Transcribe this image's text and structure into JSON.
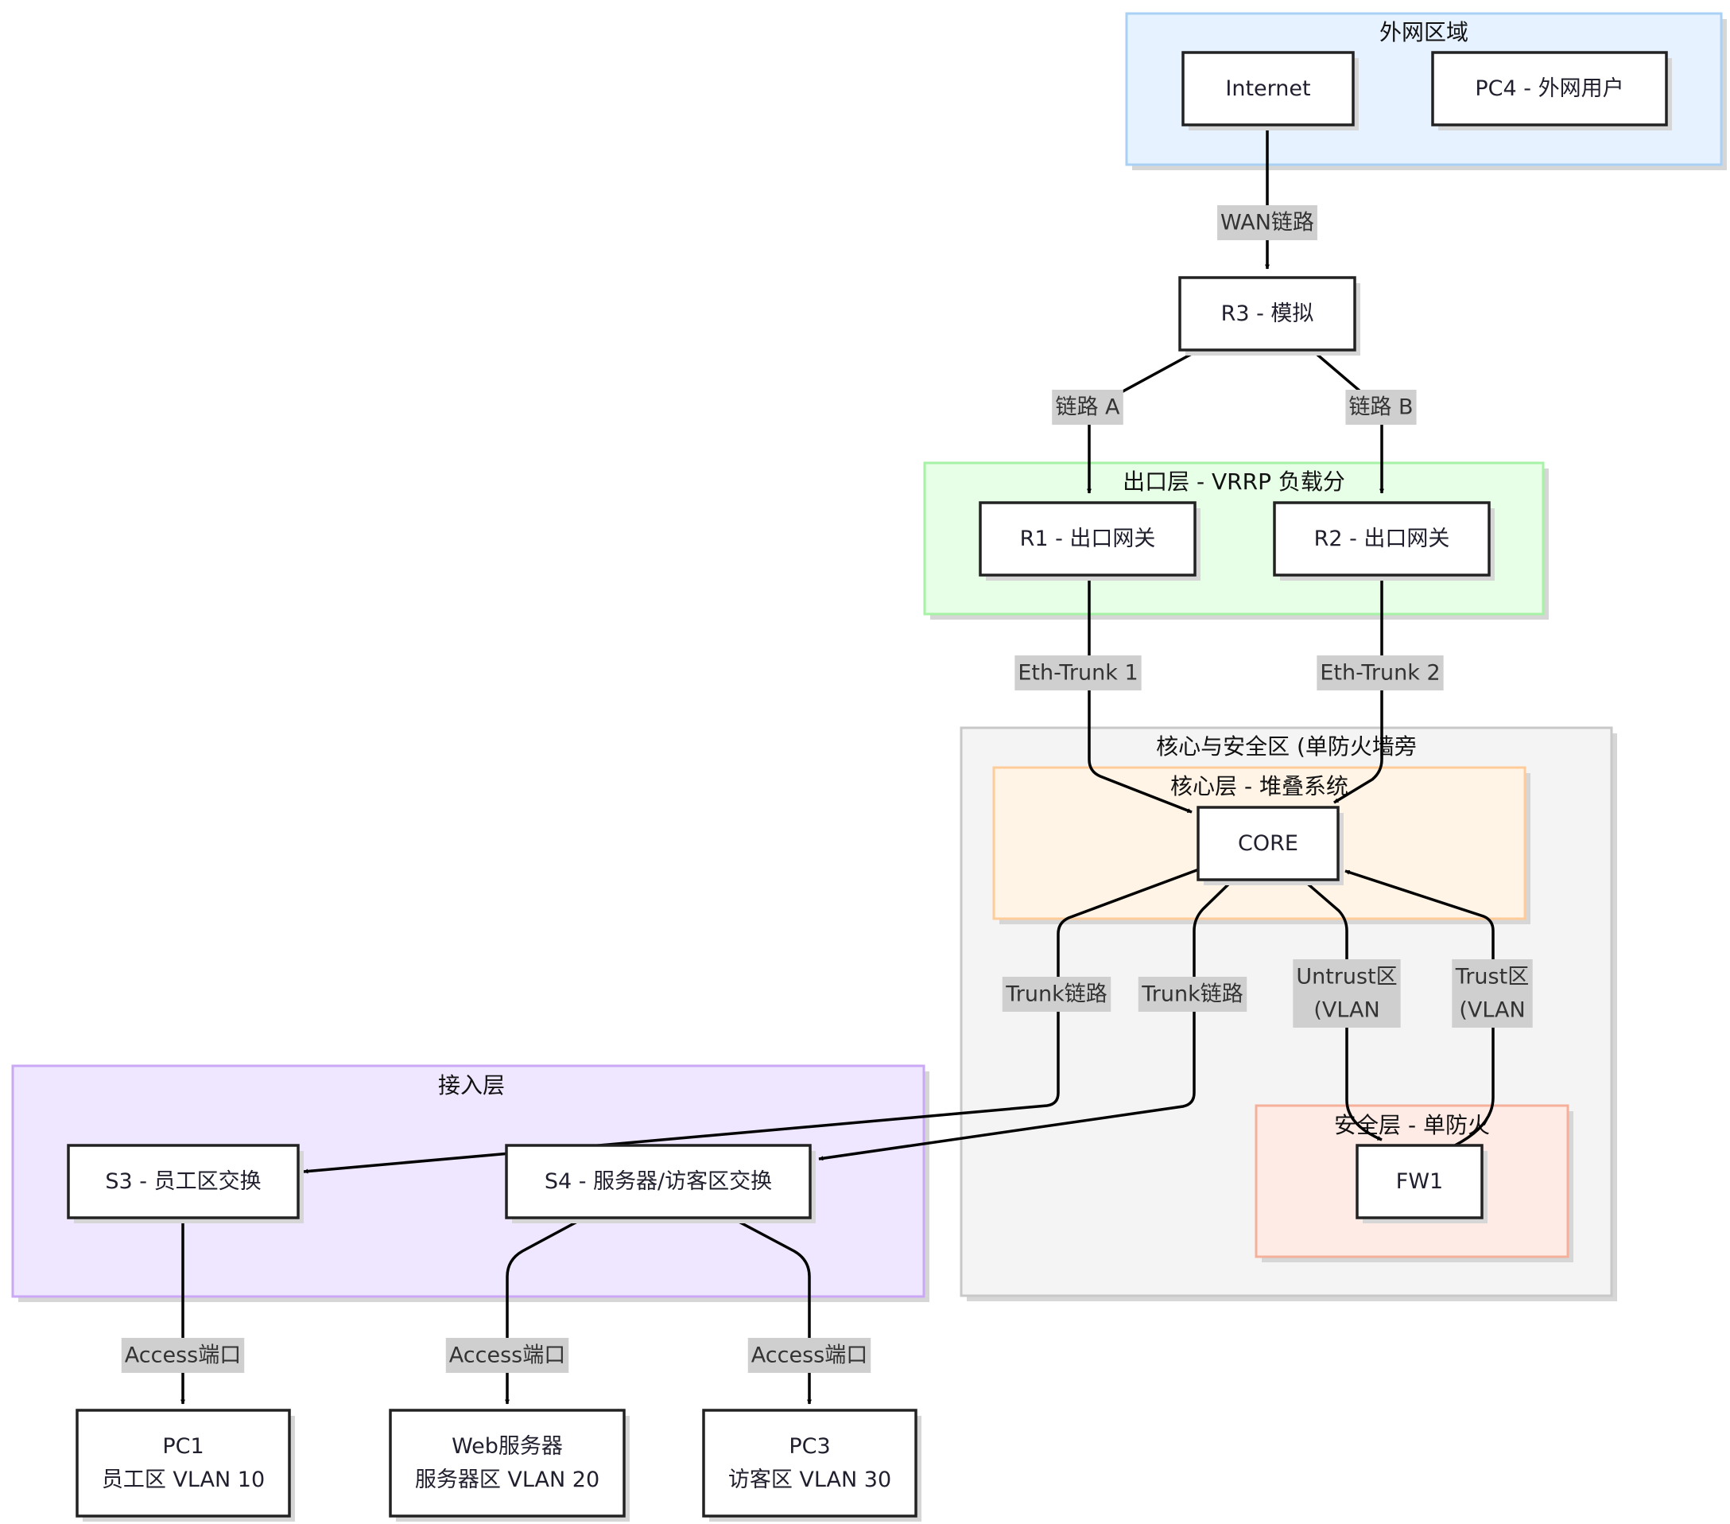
{
  "zones": {
    "external": {
      "title": "外网区域",
      "fill": "#e6f2ff",
      "stroke": "#a9d1f5"
    },
    "egress": {
      "title": "出口层 - VRRP 负载分",
      "fill": "#e6ffe6",
      "stroke": "#a6f2a6"
    },
    "core_security": {
      "title": "核心与安全区 (单防火墙旁",
      "fill": "#f4f4f4",
      "stroke": "#c8c8c8"
    },
    "core": {
      "title": "核心层 - 堆叠系统",
      "fill": "#fff4e6",
      "stroke": "#ffcc99"
    },
    "security": {
      "title": "安全层 - 单防火",
      "fill": "#ffebe6",
      "stroke": "#f5b09b"
    },
    "access": {
      "title": "接入层",
      "fill": "#efe6ff",
      "stroke": "#caa8f5"
    }
  },
  "nodes": {
    "internet": {
      "label": [
        "Internet"
      ]
    },
    "pc4": {
      "label": [
        "PC4 - 外网用户"
      ]
    },
    "r3": {
      "label": [
        "R3 - 模拟"
      ]
    },
    "r1": {
      "label": [
        "R1 - 出口网关"
      ]
    },
    "r2": {
      "label": [
        "R2 - 出口网关"
      ]
    },
    "core": {
      "label": [
        "CORE"
      ]
    },
    "fw1": {
      "label": [
        "FW1"
      ]
    },
    "s3": {
      "label": [
        "S3 - 员工区交换"
      ]
    },
    "s4": {
      "label": [
        "S4 - 服务器/访客区交换"
      ]
    },
    "pc1": {
      "label": [
        "PC1",
        "员工区 VLAN 10"
      ]
    },
    "web": {
      "label": [
        "Web服务器",
        "服务器区 VLAN 20"
      ]
    },
    "pc3": {
      "label": [
        "PC3",
        "访客区 VLAN 30"
      ]
    }
  },
  "edges": {
    "wan": {
      "label": [
        "WAN链路"
      ]
    },
    "link_a": {
      "label": [
        "链路 A"
      ]
    },
    "link_b": {
      "label": [
        "链路 B"
      ]
    },
    "trunk1": {
      "label": [
        "Eth-Trunk 1"
      ]
    },
    "trunk2": {
      "label": [
        "Eth-Trunk 2"
      ]
    },
    "trunk_s3": {
      "label": [
        "Trunk链路"
      ]
    },
    "trunk_s4": {
      "label": [
        "Trunk链路"
      ]
    },
    "untrust": {
      "label": [
        "Untrust区",
        "(VLAN"
      ]
    },
    "trust": {
      "label": [
        "Trust区",
        "(VLAN"
      ]
    },
    "access_pc1": {
      "label": [
        "Access端口"
      ]
    },
    "access_web": {
      "label": [
        "Access端口"
      ]
    },
    "access_pc3": {
      "label": [
        "Access端口"
      ]
    }
  }
}
